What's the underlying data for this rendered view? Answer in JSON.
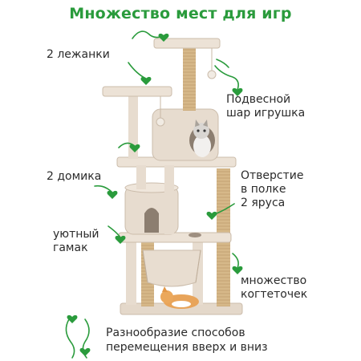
{
  "header": {
    "title": "Множество мест для игр"
  },
  "callouts": {
    "beds": "2 лежанки",
    "hanging_ball_line1": "Подвесной",
    "hanging_ball_line2": "шар игрушка",
    "houses": "2 домика",
    "hole_line1": "Отверстие",
    "hole_line2": "в полке",
    "hole_line3": "2 яруса",
    "hammock_line1": "уютный",
    "hammock_line2": "гамак",
    "scratchers_line1": "множество",
    "scratchers_line2": "когтеточек",
    "ways_line1": "Разнообразие способов",
    "ways_line2": "перемещения вверх и вниз"
  },
  "colors": {
    "accent": "#2a9b3c",
    "plush": "#e4d8ca",
    "sisal": "#d8b98a",
    "text": "#2b2b2b"
  }
}
